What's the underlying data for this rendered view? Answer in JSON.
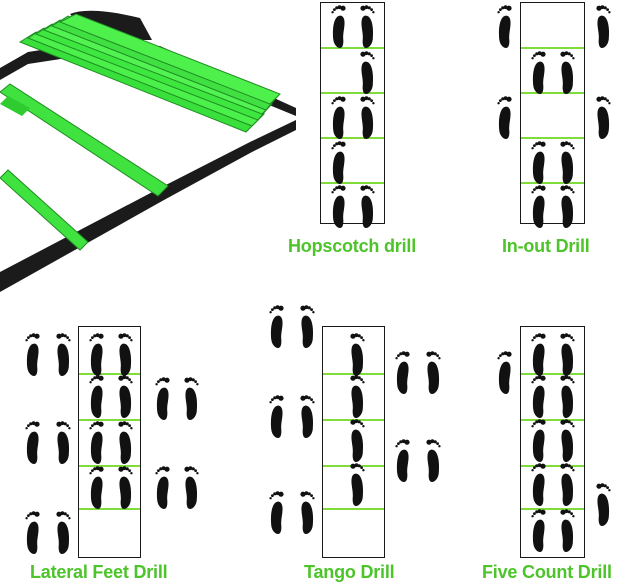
{
  "colors": {
    "accent": "#4cc42a",
    "rung": "#7fdc3a",
    "footprint": "#111111",
    "ladder_outline": "#1a1a1a"
  },
  "panels": [
    {
      "id": "hopscotch",
      "caption": "Hopscotch drill",
      "rungs": 5
    },
    {
      "id": "in-out",
      "caption": "In-out Drill",
      "rungs": 5
    },
    {
      "id": "lateral-feet",
      "caption": "Lateral Feet Drill",
      "rungs": 5
    },
    {
      "id": "tango",
      "caption": "Tango Drill",
      "rungs": 5
    },
    {
      "id": "five-count",
      "caption": "Five Count Drill",
      "rungs": 5
    }
  ],
  "footprints": [
    {
      "panel": "hopscotch",
      "side": "left",
      "position": "inside-ladder"
    },
    {
      "panel": "hopscotch",
      "side": "right",
      "position": "inside-ladder"
    },
    {
      "panel": "in-out",
      "side": "left",
      "position": "outside-ladder"
    },
    {
      "panel": "in-out",
      "side": "right",
      "position": "outside-ladder"
    },
    {
      "panel": "lateral-feet",
      "side": "left",
      "position": "outside-ladder"
    },
    {
      "panel": "lateral-feet",
      "side": "right",
      "position": "outside-ladder"
    },
    {
      "panel": "tango",
      "side": "left",
      "position": "outside-ladder"
    },
    {
      "panel": "tango",
      "side": "right",
      "position": "outside-ladder"
    },
    {
      "panel": "five-count",
      "side": "left",
      "position": "inside-ladder"
    },
    {
      "panel": "five-count",
      "side": "right",
      "position": "inside-ladder"
    }
  ]
}
